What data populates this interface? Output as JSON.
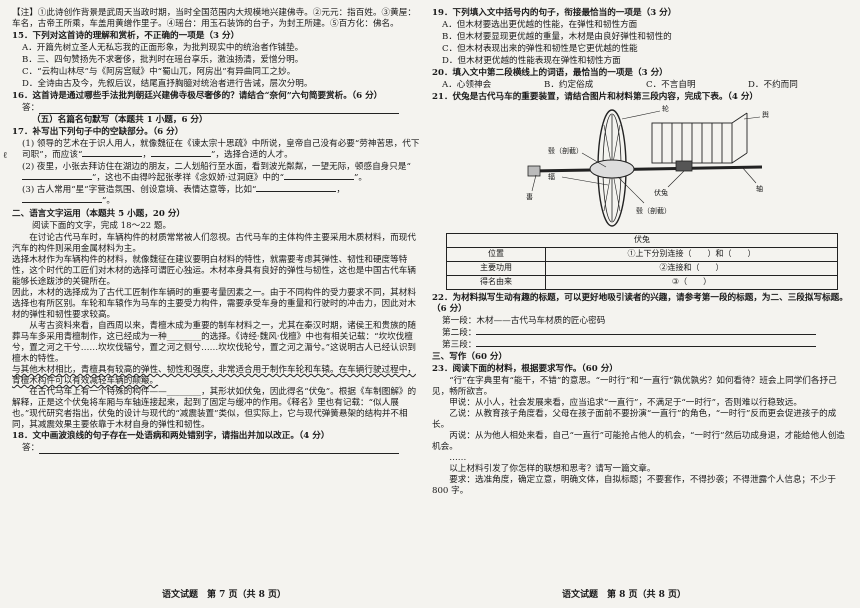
{
  "left": {
    "note": "【注】①此诗创作背景是武周天当政时期，当时全国范围内大规模地兴建佛寺。②元元：指百姓。③黄屋：车名，古帝王所乘，车盖用黄缯作里子。④瑶台：用玉石装饰的台子，为封王所建。⑤百方化：佛名。",
    "q15": "15．下列对这首诗的理解和赏析，不正确的一项是（3 分）",
    "q15_options": [
      "A．开篇先树立圣人无私忘我的正面形象，为批判现实中的统治者作铺垫。",
      "B．三、四句赞扬先不求奢侈，批判时在瑶台享乐，激浊扬清，爱憎分明。",
      "C．“云构山林尽”与《阿房宫赋》中“蜀山兀，阿房出”有异曲同工之妙。",
      "D．全诗由古及今，先叙后议，结尾直抒胸臆对统治者进行告诫，层次分明。"
    ],
    "q16": "16．这首诗是通过哪些手法批判朝廷兴建佛寺极尽奢侈的？请结合“奈何”六句简要赏析。（6 分）",
    "answer_label": "答：",
    "section5": "（五）名篇名句默写（本题共 1 小题，6 分）",
    "q17": "17．补写出下列句子中的空缺部分。（6 分）",
    "q17_1": "(1) 领导的艺术在于识人用人，就像魏征在《谏太宗十思疏》中所说，皇帝自己没有必要“劳神苦思，代下司职”，而应该“",
    "q17_1b": "”，选择合适的人才。",
    "q17_2": "(2) 夜里，小张去拜访住在湖边的朋友，二人划船行至水面，看到波光粼粼，一望无际，顿感自身只是“",
    "q17_2b": "”，这也不由得吟起张孝祥《念奴娇·过洞庭》中的“",
    "q17_3": "(3) 古人常用“星”字营造氛围、创设意境、表情达意等，比如“",
    "section2": "二、语言文字运用（本题共 5 小题，20 分）",
    "reading_intro": "阅读下面的文字，完成 18～22 题。",
    "passage": [
      "在讨论古代马车时，车辆构件的材质常常被人们忽视。古代马车的主体构件主要采用木质材料，而现代汽车的构件则采用金属材料为主。",
      "选择木材作为车辆构件的材料，就像魏征在建议要明白材料的特性，就需要考虑其弹性、韧性和硬度等特性，这个时代的工匠们对木材的选择可谓匠心独运。木材本身具有良好的弹性与韧性，这也是中国古代车辆能够长途跋涉的关键所在。",
      "因此，木材的选择成为了古代工匠制作车辆时的重要考量因素之一。由于不同构件的受力要求不同，其材料选择也有所区别。车轮和车辕作为马车的主要受力构件，需要承受车身的重量和行驶时的冲击力，因此对木材的弹性和韧性要求较高。",
      "从考古资料来看，自西周以来，青檀木成为重要的制车材料之一，尤其在秦汉时期，诸侯王和贵族的随葬马车多采用青檀制作，这已经成为一种________的选择。《诗经·魏风·伐檀》中也有相关记载：“坎坎伐檀兮，置之河之干兮……坎坎伐辐兮，置之河之侧兮……坎坎伐轮兮，置之河之漘兮。”这说明古人已经认识到檀木的特性。",
      "与其他木材相比，青檀具有较高的弹性、韧性和强度，非常适合用于制作车轮和车辕。在车辆行驶过程中，青檀木构件可以有效减轻车辆的颠簸。",
      "在古代马车上有一个特殊的构件——________，其形状如伏兔，因此得名“伏兔”。根据《车制图解》的解释，正是这个伏兔将车厢与车轴连接起来，起到了固定与缓冲的作用。《释名》里也有记载：“似人展也。”现代研究者指出，伏兔的设计与现代的“减震装置”类似，但实际上，它与现代弹簧悬架的结构并不相同，其减震效果主要依靠于木材自身的弹性和韧性。"
    ],
    "q18": "18．文中画波浪线的句子存在一处语病和两处错别字，请指出并加以改正。（4 分）",
    "footer": "语文试题　第 7 页（共 8 页）"
  },
  "right": {
    "q19": "19．下列填入文中括号内的句子，衔接最恰当的一项是（3 分）",
    "q19_options": [
      "A．但木材要选出更优越的性能，在弹性和韧性方面",
      "B．但木材要显现更优越的重量，木材是由良好弹性和韧性的",
      "C．但木材表现出来的弹性和韧性是它更优越的性能",
      "D．但木材更优越的性能表现在弹性和韧性方面"
    ],
    "q20": "20．填入文中第二段横线上的词语，最恰当的一项是（3 分）",
    "q20_options": [
      "A．心领神会",
      "B．约定俗成",
      "C．不言自明",
      "D．不约而同"
    ],
    "q21": "21．伏兔是古代马车的重要装置，请结合图片和材料第三段内容，完成下表。（4 分）",
    "fig_labels": {
      "lun": "轮",
      "yu": "舆",
      "gu": "毂（剖截）",
      "fu": "辐",
      "zhou": "轴",
      "futu": "伏兔",
      "gu2": "毂（剖截）",
      "hui": "軎"
    },
    "table": {
      "title": "伏兔",
      "rows": [
        {
          "label": "位置",
          "value": "①上下分别连接（　　）和（　　）"
        },
        {
          "label": "主要功用",
          "value": "②连接和（　　）"
        },
        {
          "label": "得名由来",
          "value": "③（　　）"
        }
      ]
    },
    "q22": "22．为材料拟写生动有趣的标题，可以更好地吸引读者的兴趣，请参考第一段的标题，为二、三段拟写标题。（6 分）",
    "q22_lines": [
      "第一段：木材——古代马车材质的匠心密码",
      "第二段：",
      "第三段："
    ],
    "section3": "三、写作（60 分）",
    "q23": "23．阅读下面的材料，根据要求写作。（60 分）",
    "essay": [
      "“行”在字典里有“能干，不错”的意思。“一时行”和“一直行”孰优孰劣？如何看待？班会上同学们各抒己见，畅所欲言。",
      "甲说：从小人，社会发展来看，应当追求“一直行”，不满足于“一时行”，否则难以行稳致远。",
      "乙说：从教育孩子角度看，父母在孩子面前不要扮演“一直行”的角色，“一时行”反而更会促进孩子的成长。",
      "丙说：从为他人相处来看，自己“一直行”可能抢占他人的机会，“一时行”然后功成身退，才能给他人创造机会。",
      "……"
    ],
    "requirement": "以上材料引发了你怎样的联想和思考？请写一篇文章。",
    "requirement2": "要求：选准角度，确定立意，明确文体，自拟标题；不要套作，不得抄袭；不得泄露个人信息；不少于 800 字。",
    "footer": "语文试题　第 8 页（共 8 页）"
  },
  "margin_mark": "ℓ"
}
